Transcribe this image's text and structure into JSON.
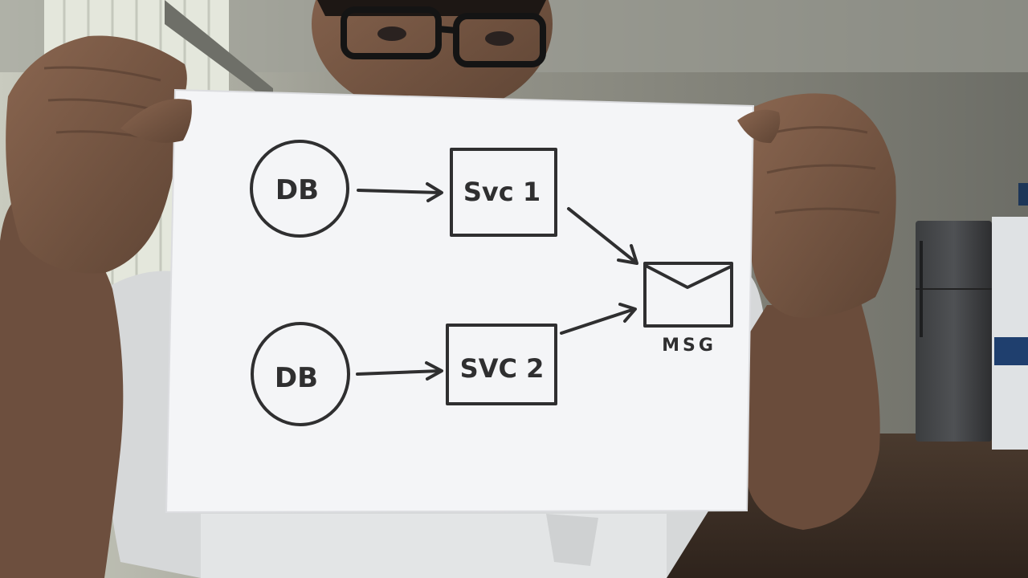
{
  "diagram": {
    "nodes": [
      {
        "id": "db1",
        "shape": "circle",
        "label": "DB"
      },
      {
        "id": "svc1",
        "shape": "box",
        "label": "Svc 1"
      },
      {
        "id": "db2",
        "shape": "circle",
        "label": "DB"
      },
      {
        "id": "svc2",
        "shape": "box",
        "label": "SVC 2"
      },
      {
        "id": "msg",
        "shape": "envelope",
        "label": "MSG"
      }
    ],
    "edges": [
      {
        "from": "db1",
        "to": "svc1"
      },
      {
        "from": "svc1",
        "to": "msg"
      },
      {
        "from": "db2",
        "to": "svc2"
      },
      {
        "from": "svc2",
        "to": "msg"
      }
    ]
  },
  "colors": {
    "ink": "#2f2f30",
    "paper": "#f3f4f6",
    "wall": "#8a8a80",
    "skin": "#7a5a46",
    "shirt": "#d8dadb",
    "floor": "#3b2e25"
  }
}
